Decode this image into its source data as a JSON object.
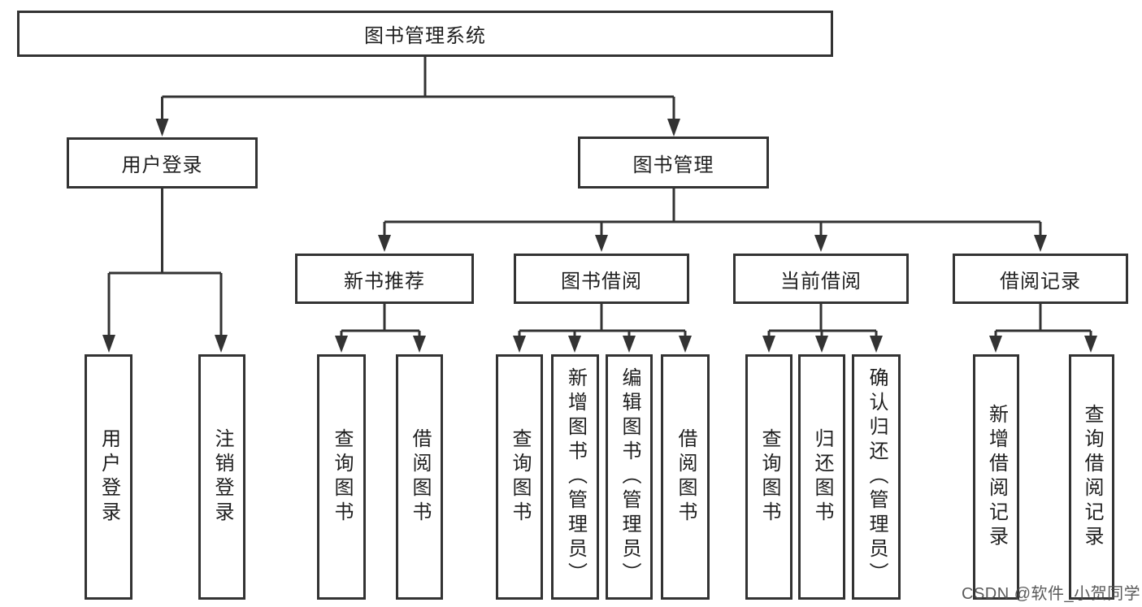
{
  "tree": {
    "root": "图书管理系统",
    "branches": [
      {
        "label": "用户登录",
        "children": [
          "用户登录",
          "注销登录"
        ]
      },
      {
        "label": "图书管理",
        "children": [
          {
            "label": "新书推荐",
            "children": [
              "查询图书",
              "借阅图书"
            ]
          },
          {
            "label": "图书借阅",
            "children": [
              "查询图书",
              "新增图书（管理员）",
              "编辑图书（管理员）",
              "借阅图书"
            ]
          },
          {
            "label": "当前借阅",
            "children": [
              "查询图书",
              "归还图书",
              "确认归还（管理员）"
            ]
          },
          {
            "label": "借阅记录",
            "children": [
              "新增借阅记录",
              "查询借阅记录"
            ]
          }
        ]
      }
    ]
  },
  "watermark": "CSDN @软件_小贺同学",
  "colors": {
    "line": "#333333",
    "text": "#1f1f1f",
    "box_background": "#ffffff",
    "watermark": "#4d4d4d",
    "page_background": "#ffffff"
  }
}
